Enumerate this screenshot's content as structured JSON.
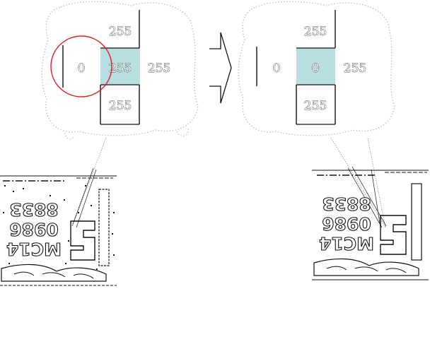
{
  "colors": {
    "highlight": "#b7dfe2",
    "circle": "#e0201f",
    "ink": "#111111",
    "cloud": "#bdbdbd"
  },
  "panels": [
    {
      "id": "before",
      "grid": {
        "top": "255",
        "left": "0",
        "center": "255",
        "right": "255",
        "bottom": "255"
      },
      "circled_value": "0",
      "image_rows": [
        "8833",
        "0986",
        "MC14"
      ]
    },
    {
      "id": "after",
      "grid": {
        "top": "255",
        "left": "0",
        "center": "0",
        "right": "255",
        "bottom": "255"
      },
      "image_rows": [
        "8833",
        "0986",
        "MC14"
      ]
    }
  ],
  "arrow": {
    "icon": "right-arrow-icon"
  }
}
